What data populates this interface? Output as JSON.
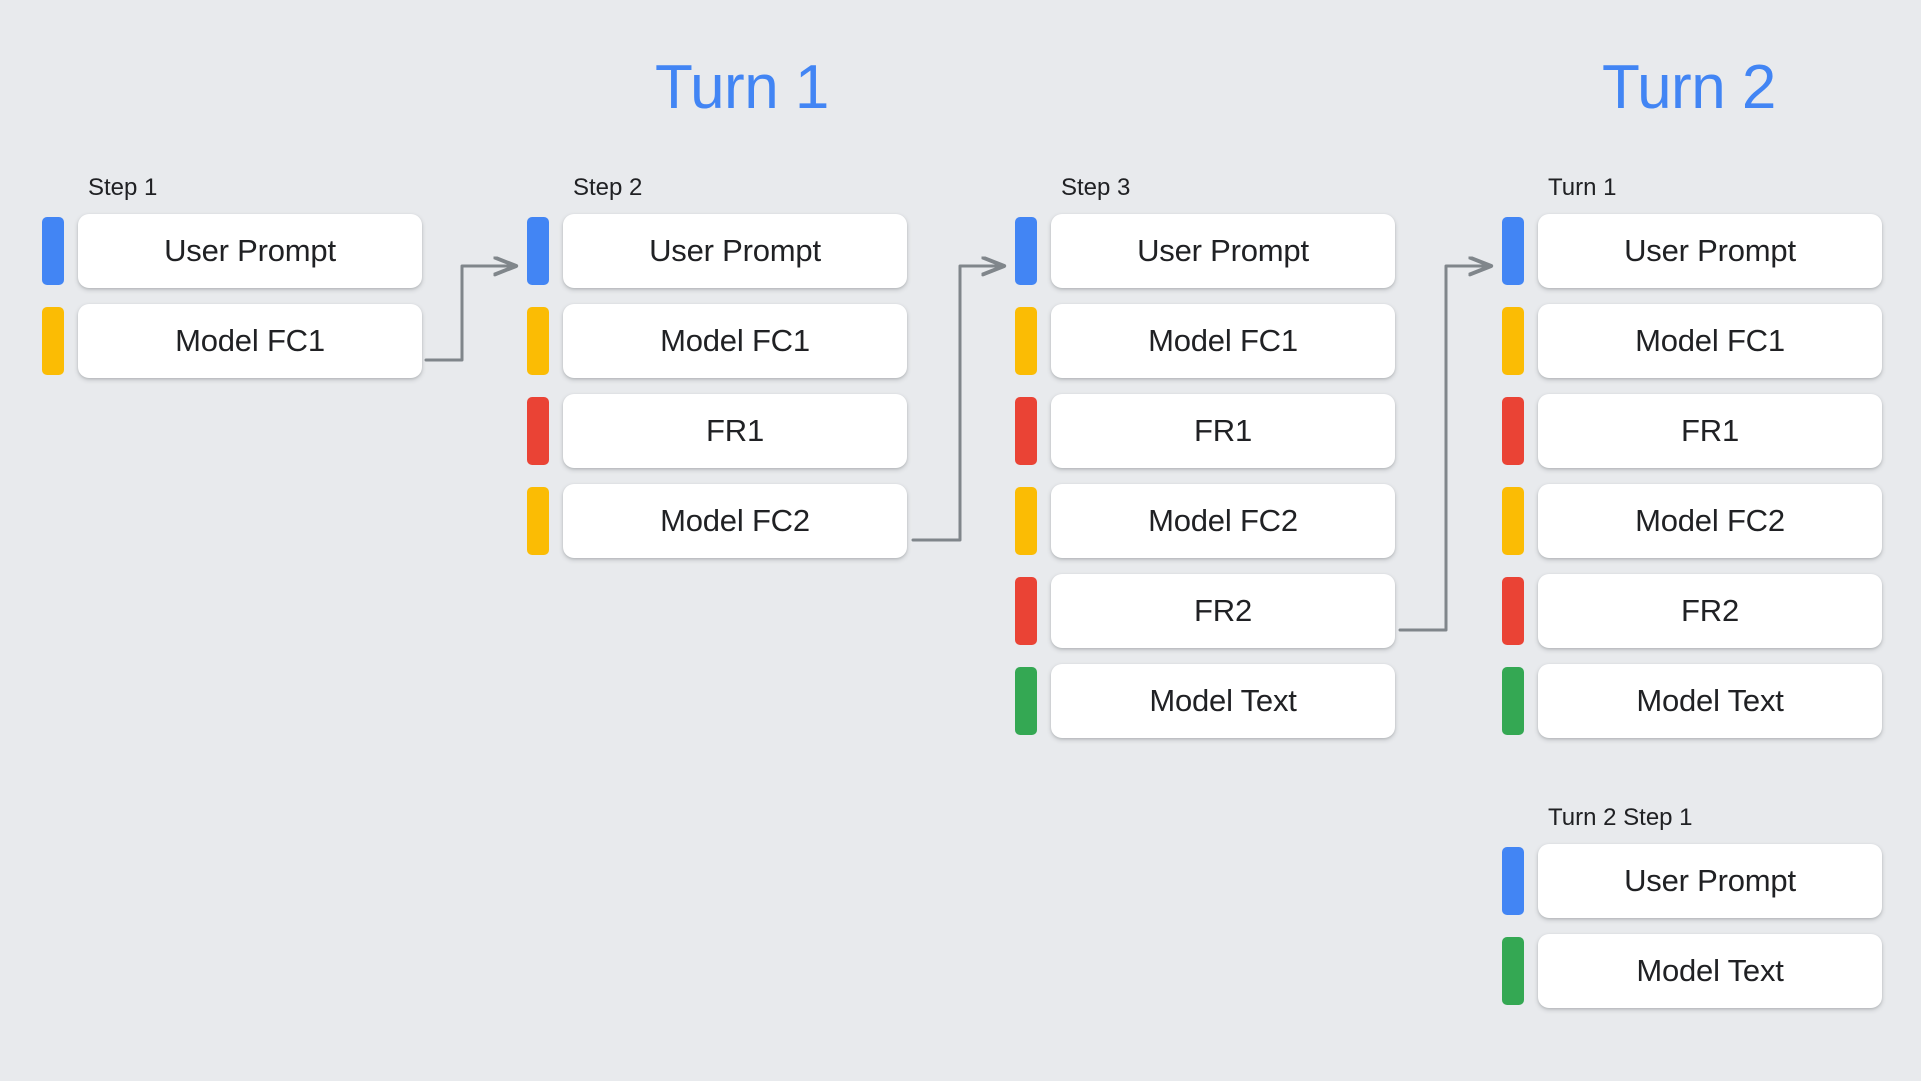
{
  "diagram": {
    "background_color": "#e8eaed",
    "title_color": "#4285f4",
    "headings": [
      {
        "id": "turn-1",
        "label": "Turn 1"
      },
      {
        "id": "turn-2",
        "label": "Turn 2"
      }
    ],
    "palette": {
      "blue": "#4285f4",
      "yellow": "#fbbc04",
      "red": "#ea4335",
      "green": "#34a853",
      "card": "#ffffff",
      "text": "#202124",
      "connector": "#80868b"
    },
    "columns": [
      {
        "id": "step-1",
        "label": "Step 1",
        "rows": [
          {
            "label": "User Prompt",
            "color": "blue"
          },
          {
            "label": "Model FC1",
            "color": "yellow"
          }
        ]
      },
      {
        "id": "step-2",
        "label": "Step 2",
        "rows": [
          {
            "label": "User Prompt",
            "color": "blue"
          },
          {
            "label": "Model FC1",
            "color": "yellow"
          },
          {
            "label": "FR1",
            "color": "red"
          },
          {
            "label": "Model FC2",
            "color": "yellow"
          }
        ]
      },
      {
        "id": "step-3",
        "label": "Step 3",
        "rows": [
          {
            "label": "User Prompt",
            "color": "blue"
          },
          {
            "label": "Model FC1",
            "color": "yellow"
          },
          {
            "label": "FR1",
            "color": "red"
          },
          {
            "label": "Model FC2",
            "color": "yellow"
          },
          {
            "label": "FR2",
            "color": "red"
          },
          {
            "label": "Model Text",
            "color": "green"
          }
        ]
      },
      {
        "id": "turn-1-column",
        "label": "Turn 1",
        "rows": [
          {
            "label": "User Prompt",
            "color": "blue"
          },
          {
            "label": "Model FC1",
            "color": "yellow"
          },
          {
            "label": "FR1",
            "color": "red"
          },
          {
            "label": "Model FC2",
            "color": "yellow"
          },
          {
            "label": "FR2",
            "color": "red"
          },
          {
            "label": "Model Text",
            "color": "green"
          }
        ]
      },
      {
        "id": "turn-2-step-1",
        "label": "Turn 2 Step 1",
        "rows": [
          {
            "label": "User Prompt",
            "color": "blue"
          },
          {
            "label": "Model Text",
            "color": "green"
          }
        ]
      }
    ],
    "connectors": [
      {
        "id": "arrow-step1-to-step2",
        "from": "step-1",
        "to": "step-2"
      },
      {
        "id": "arrow-step2-to-step3",
        "from": "step-2",
        "to": "step-3"
      },
      {
        "id": "arrow-step3-to-turn1",
        "from": "step-3",
        "to": "turn-1-column"
      }
    ]
  }
}
